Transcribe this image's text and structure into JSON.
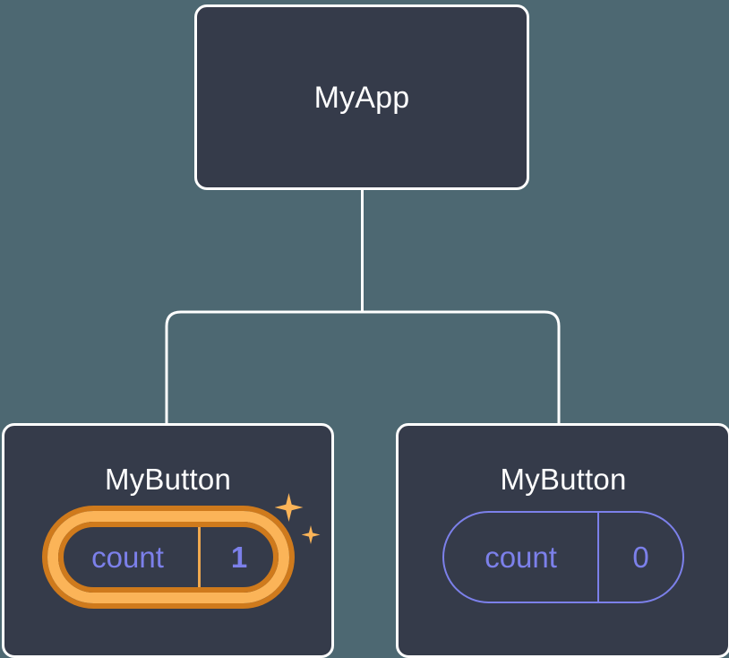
{
  "diagram": {
    "type": "component-tree",
    "background_color": "#4d6872",
    "node_fill_color": "#353b4a",
    "node_border_color": "#ffffff",
    "connector_color": "#ffffff",
    "state_text_color": "#7c80ea",
    "highlight_color": "#fbb458",
    "highlight_outline_color": "#cf7a1c",
    "nodes": {
      "root": {
        "title": "MyApp"
      },
      "child_left": {
        "title": "MyButton",
        "state": {
          "name": "count",
          "value": "1"
        },
        "highlighted": "true",
        "sparkle_big": "sparkle-four-point",
        "sparkle_small": "sparkle-four-point"
      },
      "child_right": {
        "title": "MyButton",
        "state": {
          "name": "count",
          "value": "0"
        },
        "highlighted": "false"
      }
    }
  }
}
